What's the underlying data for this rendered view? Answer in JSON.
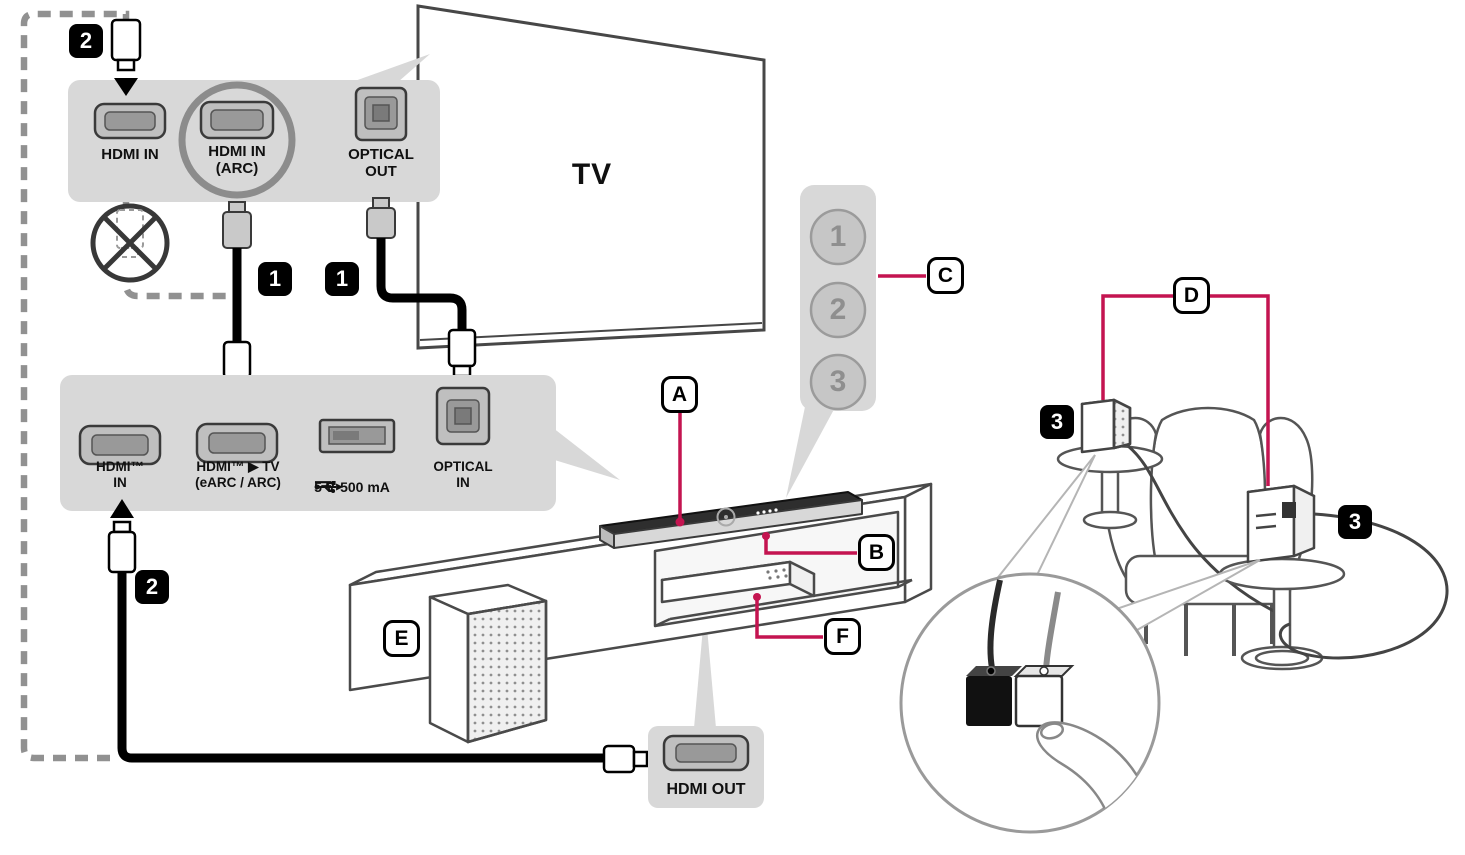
{
  "accent_color": "#c41450",
  "tv": {
    "label": "TV"
  },
  "tv_jack_panel": {
    "hdmi_in": "HDMI IN",
    "hdmi_in_arc_line1": "HDMI IN",
    "hdmi_in_arc_line2": "(ARC)",
    "optical_out_line1": "OPTICAL",
    "optical_out_line2": "OUT"
  },
  "soundbar_jack_panel": {
    "hdmi_in_line1": "HDMI™",
    "hdmi_in_line2": "IN",
    "hdmi_arc_line1": "HDMI™ ▶ TV",
    "hdmi_arc_line2": "(eARC / ARC)",
    "usb_voltage": "5 V",
    "usb_current": "500 mA",
    "optical_in_line1": "OPTICAL",
    "optical_in_line2": "IN"
  },
  "external_device_panel": {
    "hdmi_out": "HDMI OUT"
  },
  "steps": {
    "one": "1",
    "two": "2",
    "three": "3"
  },
  "callouts": {
    "a": "A",
    "b": "B",
    "c": "C",
    "d": "D",
    "e": "E",
    "f": "F"
  },
  "speaker_selector": {
    "button1": "1",
    "button2": "2",
    "button3": "3"
  }
}
